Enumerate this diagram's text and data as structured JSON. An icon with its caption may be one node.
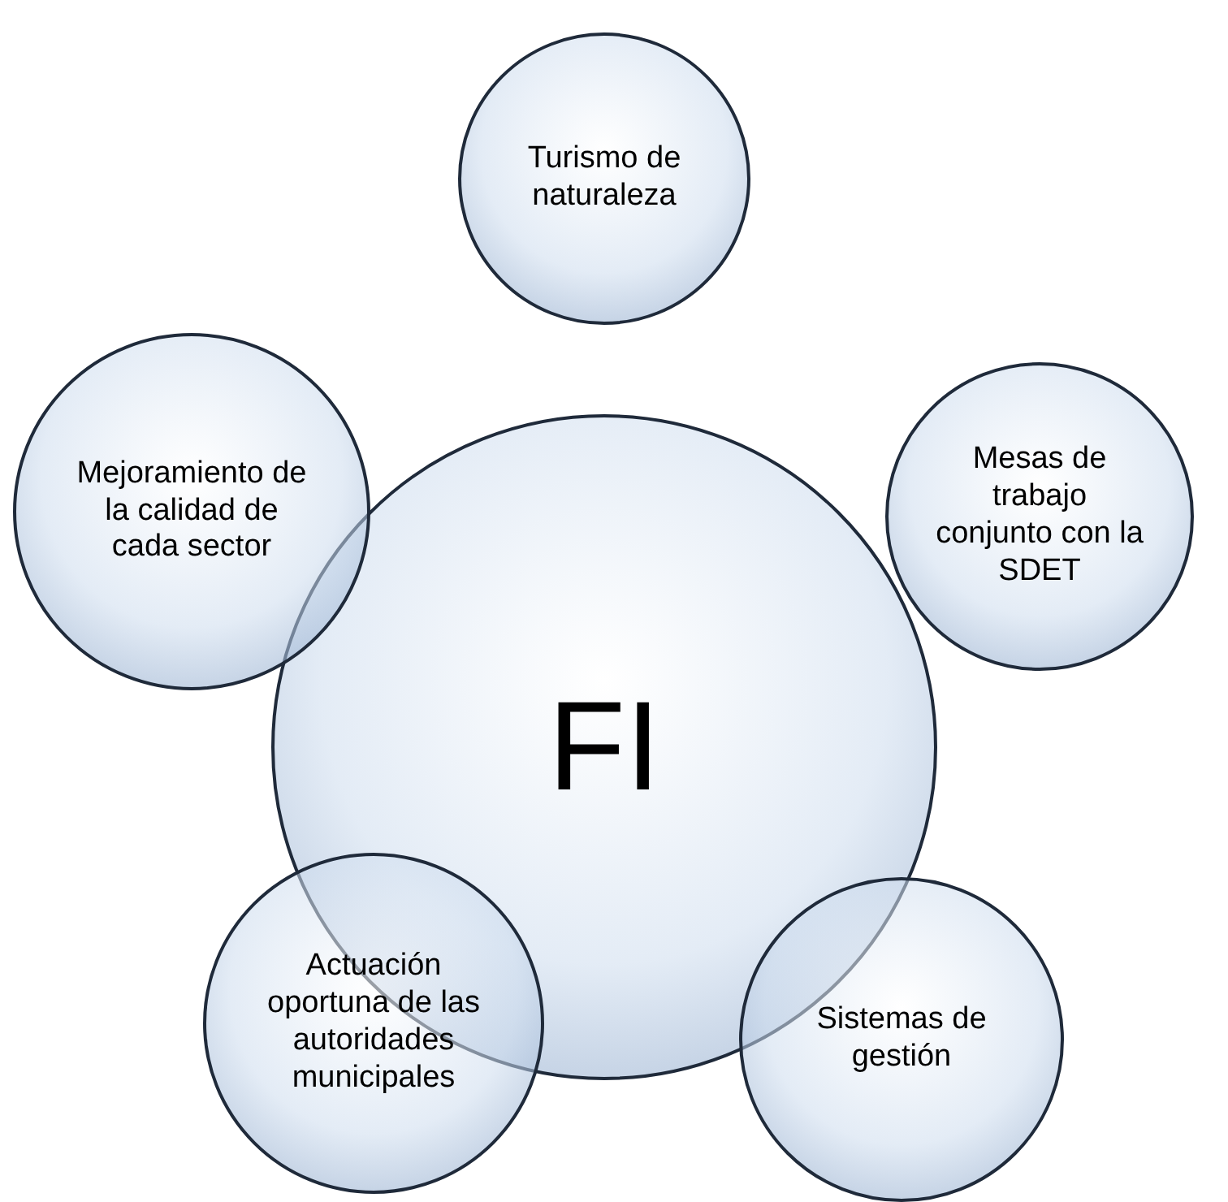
{
  "diagram": {
    "nodes": [
      {
        "text": [
          "Turismo de naturaleza"
        ]
      },
      {
        "text": [
          "Mejoramiento de la calidad de cada sector"
        ]
      },
      {
        "text": [
          "FI"
        ]
      },
      {
        "text": [
          "Mesas de trabajo conjunto con la SDET"
        ]
      },
      {
        "text": [
          "Actuación oportuna de las autoridades municipales"
        ]
      },
      {
        "text": [
          "Sistemas de gestión"
        ]
      }
    ],
    "edges": []
  }
}
